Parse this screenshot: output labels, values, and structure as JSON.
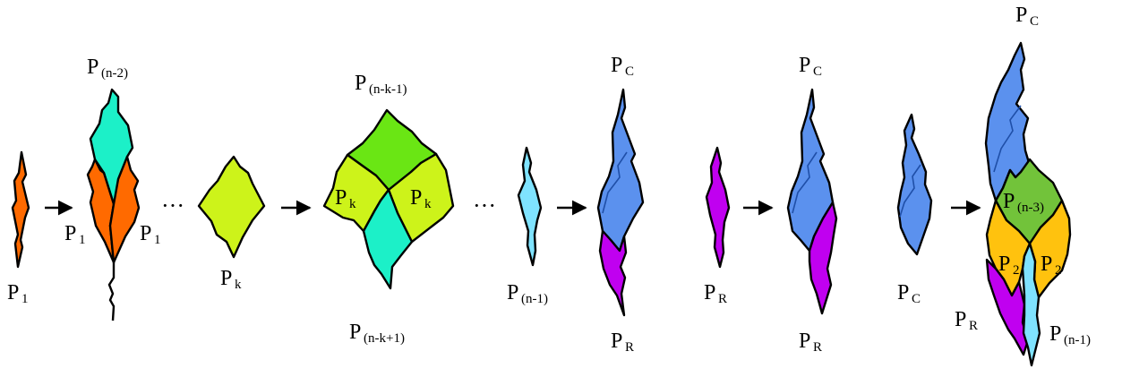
{
  "colors": {
    "orange": "#ff6a00",
    "teal": "#1cf0c8",
    "lime": "#cdf31a",
    "green": "#6ae614",
    "cyan": "#7fe3ff",
    "blue": "#5b91ee",
    "magenta": "#c000f0",
    "gold": "#ffc20e",
    "olive": "#72c33a"
  },
  "labels": {
    "p1": "P",
    "p1_sub": "1",
    "p1_left": "P",
    "p1_left_sub": "1",
    "p1_right": "P",
    "p1_right_sub": "1",
    "pn2": "P",
    "pn2_sub": "(n-2)",
    "pk": "P",
    "pk_sub": "k",
    "pnk1": "P",
    "pnk1_sub": "(n-k-1)",
    "pk_left": "P",
    "pk_left_sub": "k",
    "pk_right": "P",
    "pk_right_sub": "k",
    "pnkp1": "P",
    "pnkp1_sub": "(n-k+1)",
    "pn1": "P",
    "pn1_sub": "(n-1)",
    "pc1": "P",
    "pc1_sub": "C",
    "pr1": "P",
    "pr1_sub": "R",
    "pr_single": "P",
    "pr_single_sub": "R",
    "pc2": "P",
    "pc2_sub": "C",
    "pr2": "P",
    "pr2_sub": "R",
    "pc_single": "P",
    "pc_single_sub": "C",
    "pc3": "P",
    "pc3_sub": "C",
    "pn3": "P",
    "pn3_sub": "(n-3)",
    "p2_left": "P",
    "p2_left_sub": "2",
    "p2_right": "P",
    "p2_right_sub": "2",
    "pr3": "P",
    "pr3_sub": "R",
    "pn1_final": "P",
    "pn1_final_sub": "(n-1)"
  },
  "ellipsis": "···"
}
